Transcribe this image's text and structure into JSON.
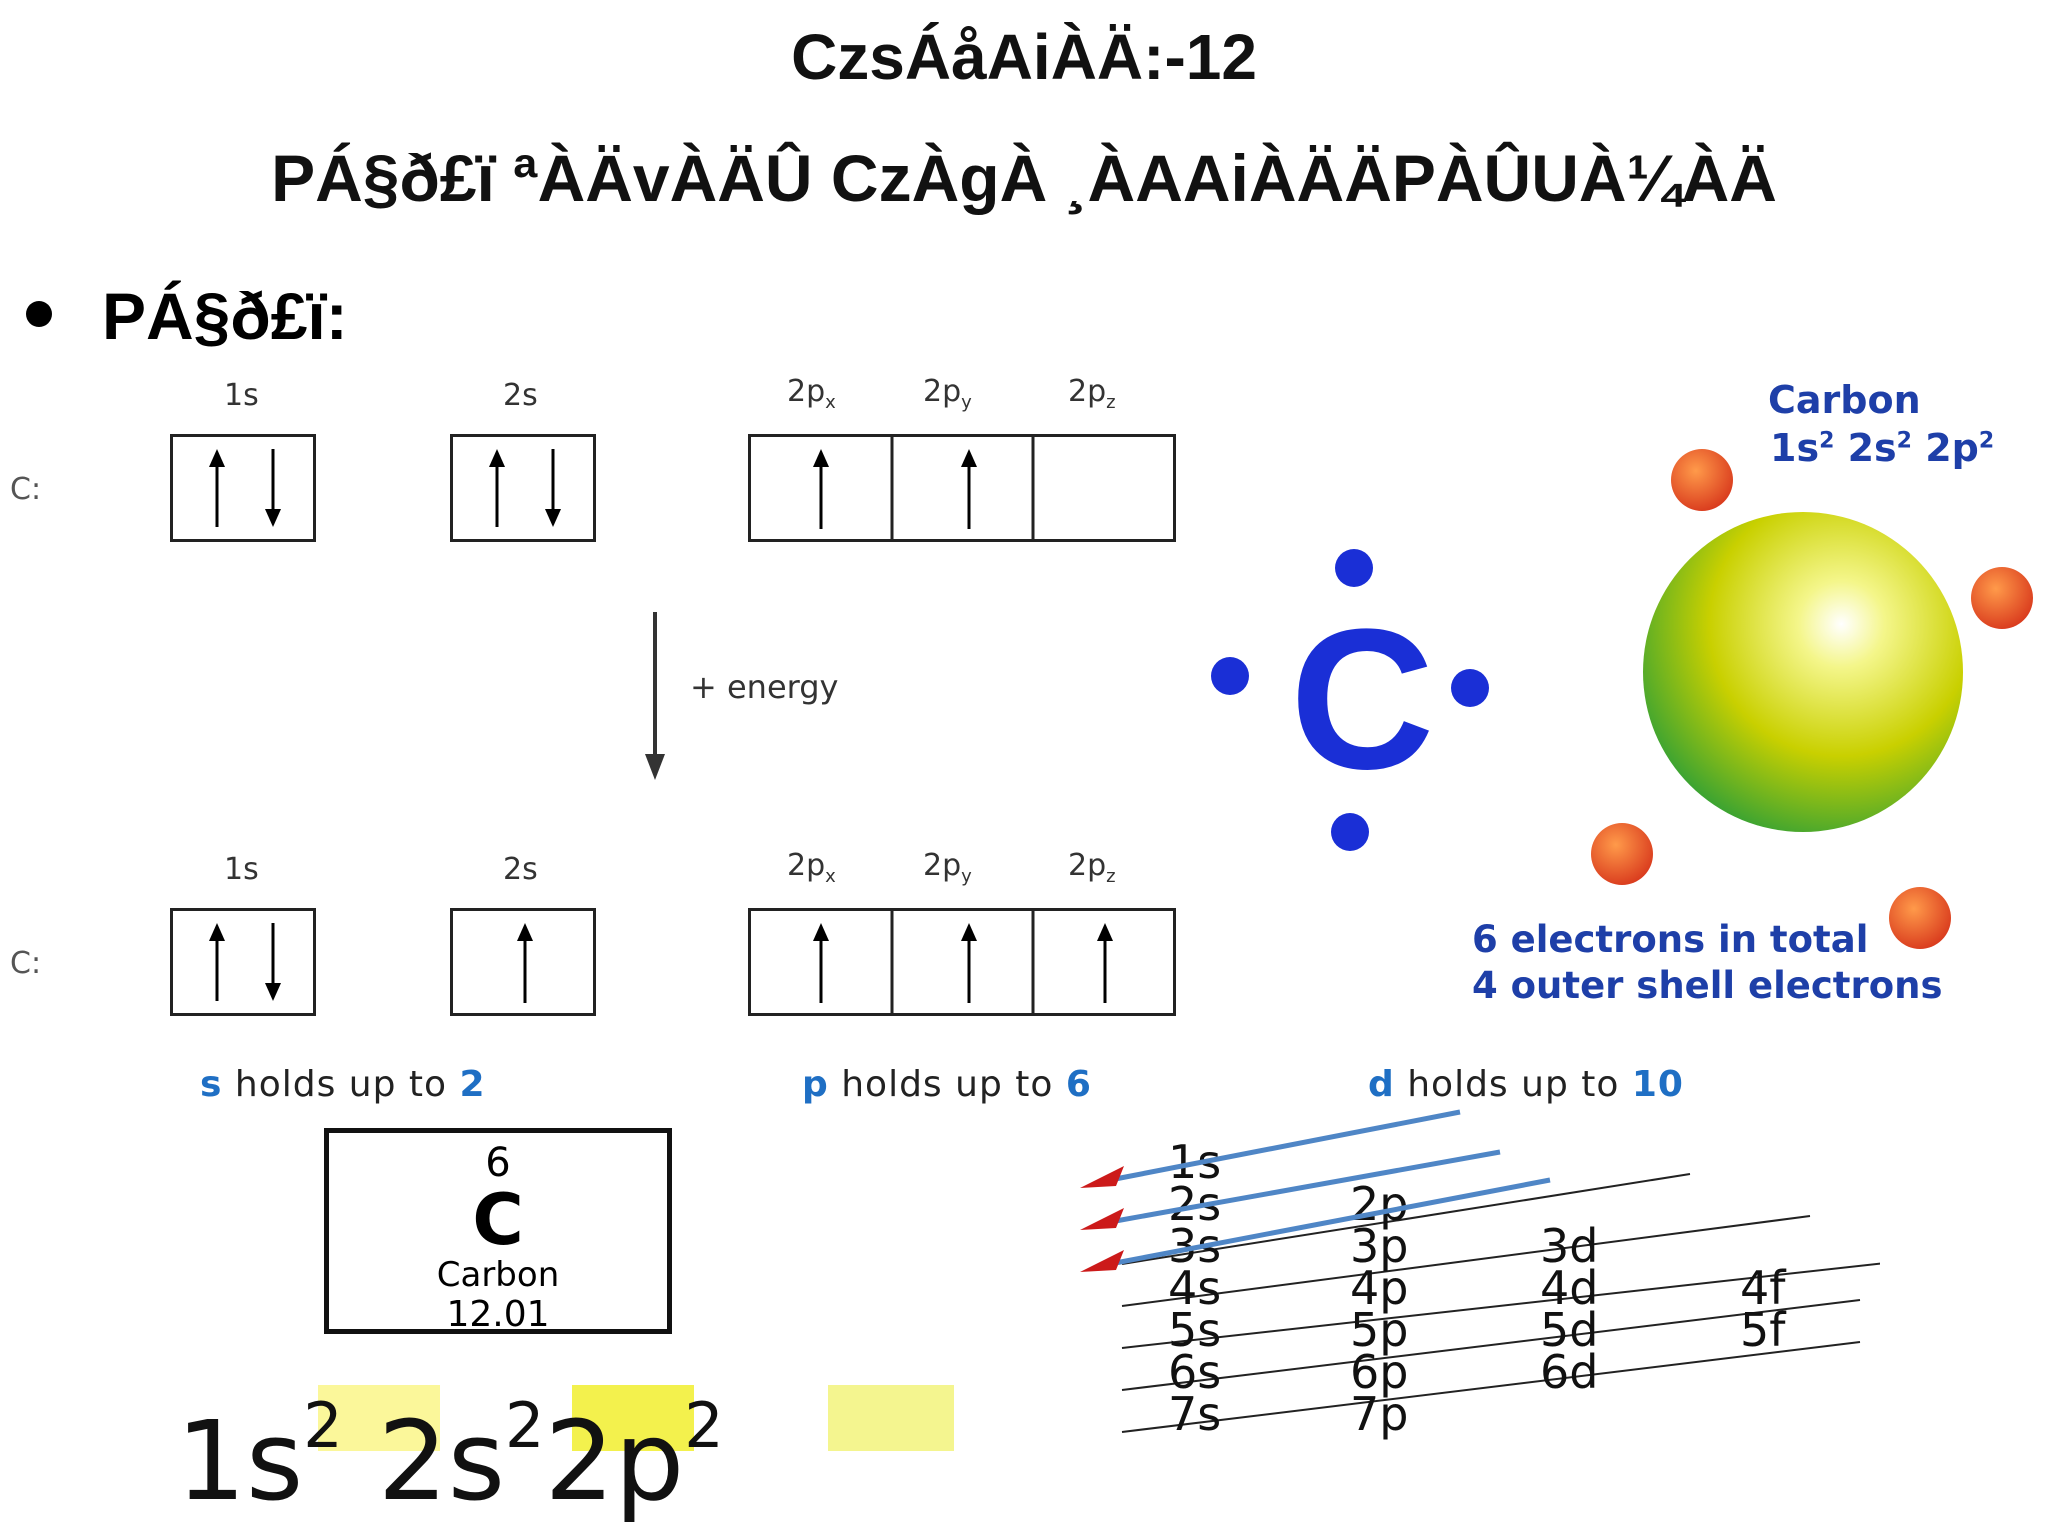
{
  "slide": {
    "title_line1": "CzsÁåAiÀÄ:-12",
    "title_line2": "PÁ§ð£ï ªÀÄvÀÄÛ CzÀgÀ ¸ÀAAiÀÄÄPÀÛUÀ¼ÀÄ",
    "bullet_label": "PÁ§ð£ï:"
  },
  "orbital_diagram": {
    "element_label": "C:",
    "orbitals": [
      "1s",
      "2s",
      "2p",
      "2p",
      "2p"
    ],
    "orbital_subscripts": [
      "x",
      "y",
      "z"
    ],
    "energy_label": "+ energy",
    "ground_state_arrows": [
      "↑↓",
      "↑↓",
      "↑",
      "↑",
      ""
    ],
    "excited_state_arrows": [
      "↑↓",
      "↑",
      "↑",
      "↑",
      "↑"
    ]
  },
  "lewis": {
    "symbol": "C",
    "color": "#1a2fd6"
  },
  "atom_model": {
    "name": "Carbon",
    "config_parts": [
      "1s",
      "2",
      " 2s",
      "2",
      " 2p",
      "2"
    ],
    "line1": "6 electrons in total",
    "line2": "4 outer shell electrons",
    "text_color": "#1e3fa8",
    "electron_color": "#e8532a"
  },
  "config_chart": {
    "s_key": "s",
    "s_text": "holds up to",
    "s_max": "2",
    "p_key": "p",
    "p_text": "holds up to",
    "p_max": "6",
    "d_key": "d",
    "d_text": "holds up to",
    "d_max": "10",
    "element": {
      "number": "6",
      "symbol": "C",
      "name": "Carbon",
      "mass": "12.01"
    },
    "config": [
      {
        "base": "1s",
        "exp": "2"
      },
      {
        "base": "2s",
        "exp": "2"
      },
      {
        "base": "2p",
        "exp": "2"
      }
    ],
    "aufbau_rows": [
      [
        "1s"
      ],
      [
        "2s",
        "2p"
      ],
      [
        "3s",
        "3p",
        "3d"
      ],
      [
        "4s",
        "4p",
        "4d",
        "4f"
      ],
      [
        "5s",
        "5p",
        "5d",
        "5f"
      ],
      [
        "6s",
        "6p",
        "6d"
      ],
      [
        "7s",
        "7p"
      ]
    ]
  }
}
